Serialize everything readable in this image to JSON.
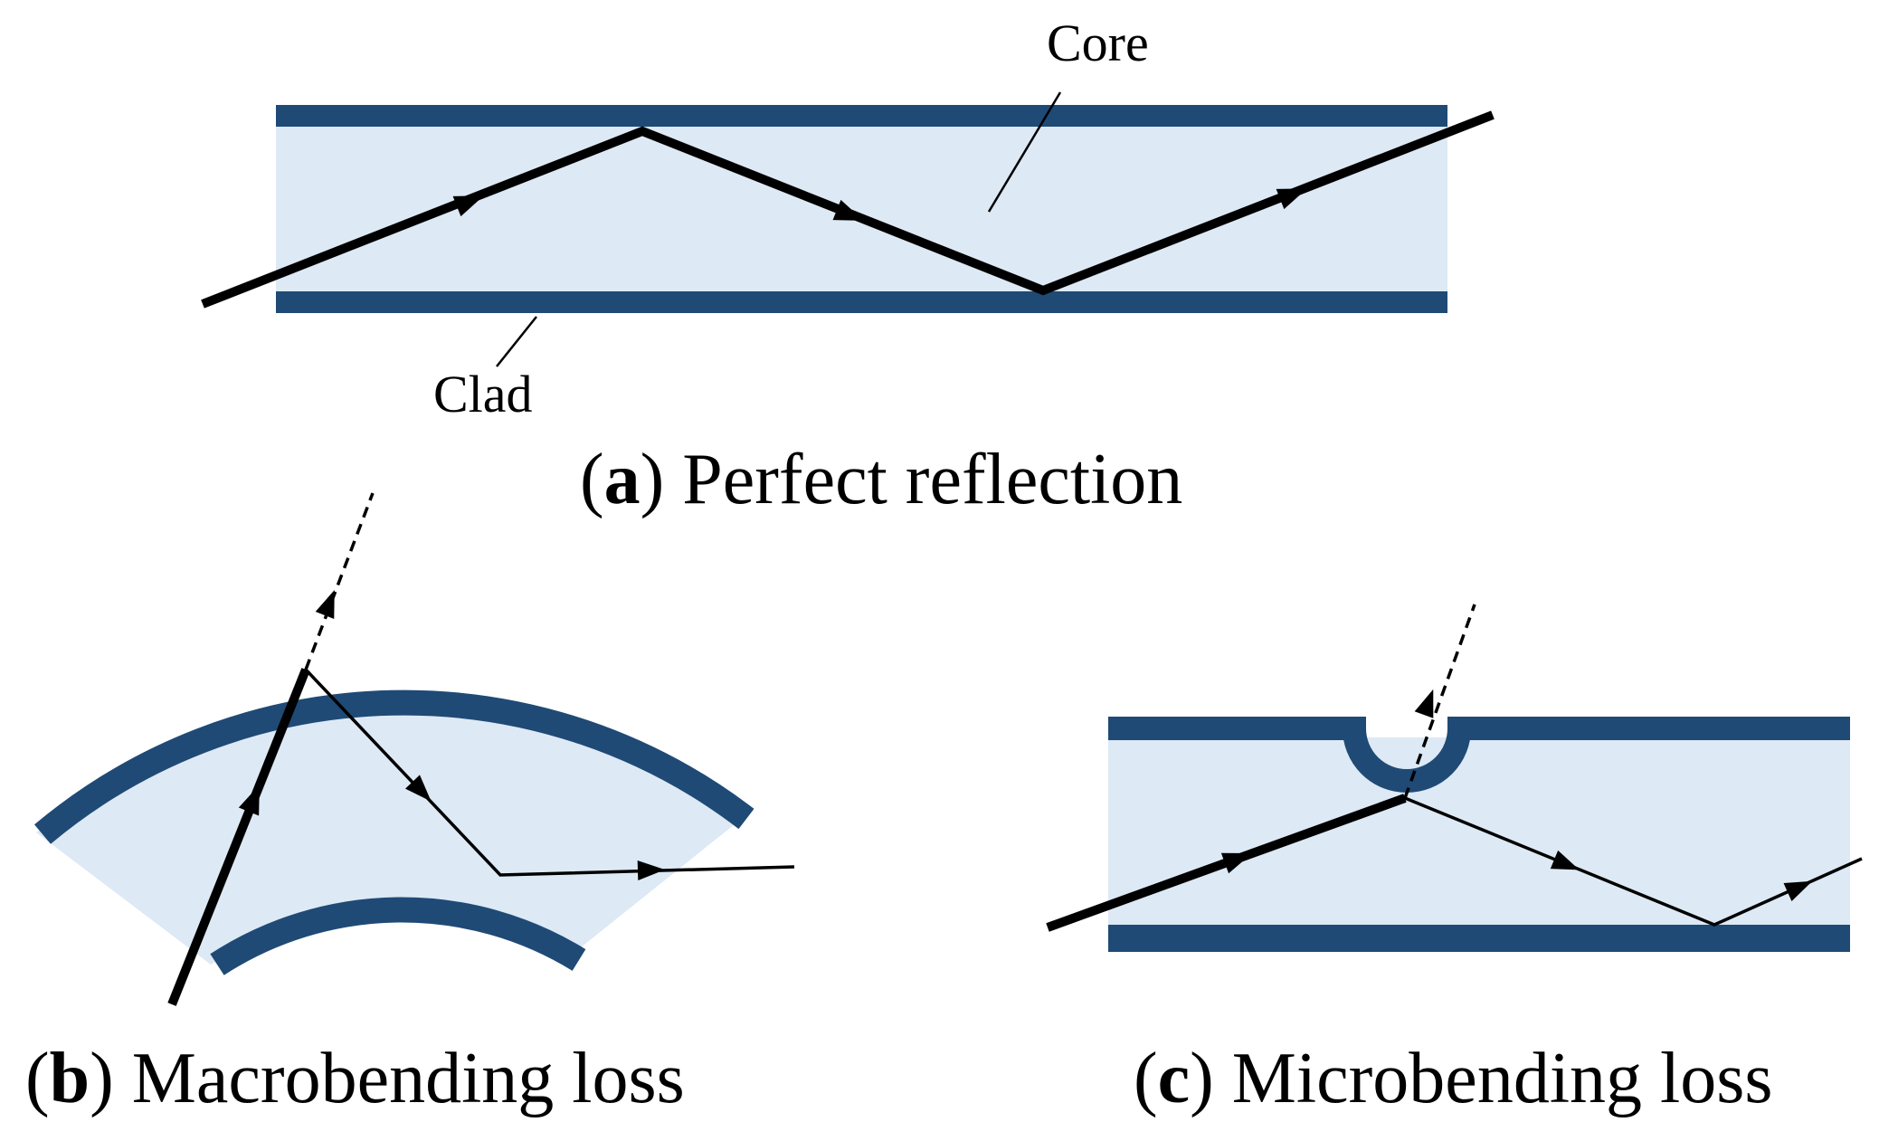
{
  "colors": {
    "core": "#dde9f5",
    "clad": "#1f4a75",
    "ray": "#000000",
    "background": "#ffffff"
  },
  "panel_a": {
    "core_label": "Core",
    "clad_label": "Clad",
    "caption_open": "(",
    "caption_letter": "a",
    "caption_text": ") Perfect reflection"
  },
  "panel_b": {
    "caption_open": "(",
    "caption_letter": "b",
    "caption_text": ") Macrobending loss"
  },
  "panel_c": {
    "caption_open": "(",
    "caption_letter": "c",
    "caption_text": ") Microbending loss"
  }
}
